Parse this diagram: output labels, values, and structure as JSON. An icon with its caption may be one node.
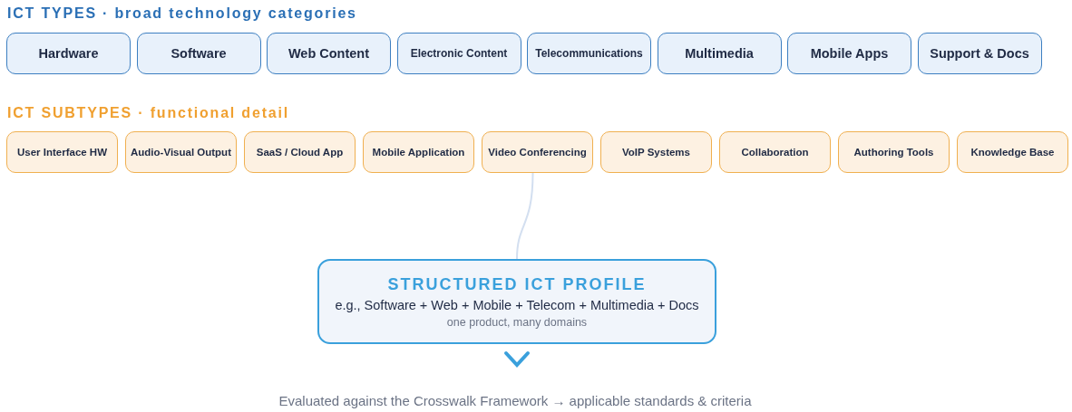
{
  "diagram": {
    "nodes": [
      {
        "text": [
          "Hardware"
        ]
      },
      {
        "text": [
          "Software"
        ]
      },
      {
        "text": [
          "Web Content"
        ]
      },
      {
        "text": [
          "Electronic Content"
        ]
      },
      {
        "text": [
          "Telecommunications"
        ]
      },
      {
        "text": [
          "Multimedia"
        ]
      },
      {
        "text": [
          "Mobile Apps"
        ]
      },
      {
        "text": [
          "Support & Docs"
        ]
      },
      {
        "text": [
          "User Interface HW"
        ]
      },
      {
        "text": [
          "Audio-Visual Output"
        ]
      },
      {
        "text": [
          "SaaS / Cloud App"
        ]
      },
      {
        "text": [
          "Mobile Application"
        ]
      },
      {
        "text": [
          "Video Conferencing"
        ]
      },
      {
        "text": [
          "VoIP Systems"
        ]
      },
      {
        "text": [
          "Collaboration"
        ]
      },
      {
        "text": [
          "Authoring Tools"
        ]
      },
      {
        "text": [
          "Knowledge Base"
        ]
      },
      {
        "text": [
          "STRUCTURED ICT PROFILE",
          "e.g., Software + Web + Mobile + Telecom + Multimedia + Docs",
          "one product, many domains"
        ]
      },
      {
        "text": [
          "Evaluated against the Crosswalk Framework → applicable standards & criteria"
        ]
      }
    ],
    "edges": [
      {
        "from": 12,
        "to": 17,
        "arrow": "none",
        "color": "#d3dff0"
      },
      {
        "from": 17,
        "to": 18,
        "arrow": "to",
        "style": "thick",
        "color": "#3aa0dc"
      }
    ],
    "labels": [
      "ICT TYPES · broad technology categories",
      "ICT SUBTYPES · functional detail"
    ]
  }
}
